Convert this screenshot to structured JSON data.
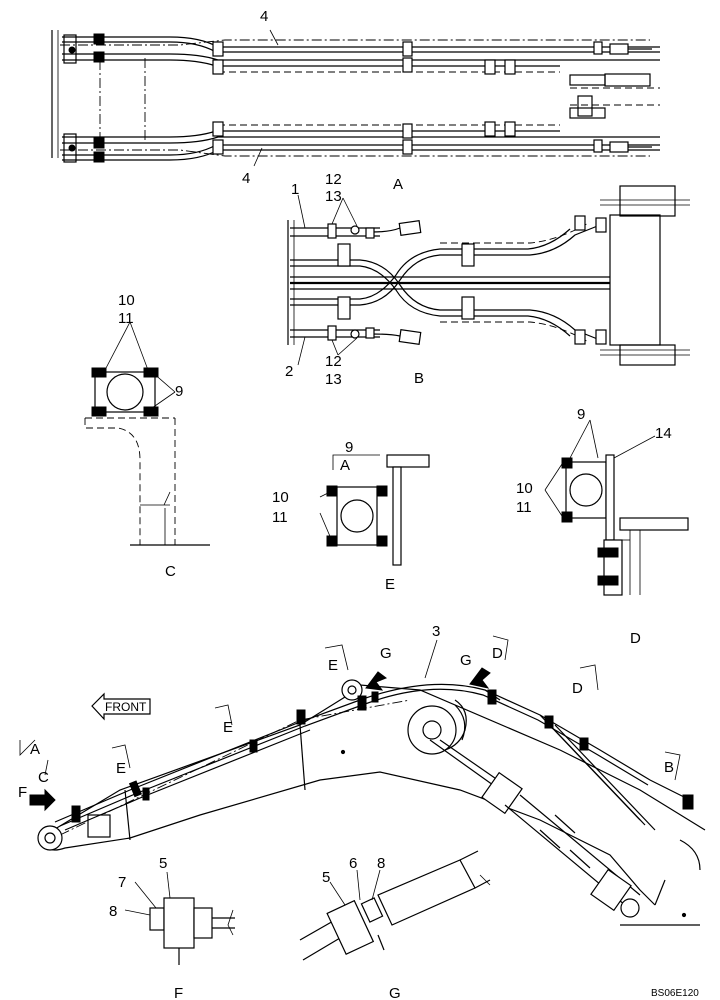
{
  "top_view": {
    "labels": {
      "part_4_top": "4",
      "part_4_bottom": "4",
      "view_A": "A"
    }
  },
  "view_B": {
    "labels": {
      "p1": "1",
      "p12_top": "12",
      "p13_top": "13",
      "p2": "2",
      "p12_bottom": "12",
      "p13_bottom": "13",
      "title": "B"
    }
  },
  "view_C": {
    "labels": {
      "p10": "10",
      "p11": "11",
      "p9": "9",
      "title": "C"
    }
  },
  "view_E": {
    "labels": {
      "p9": "9",
      "pA": "A",
      "p10": "10",
      "p11": "11",
      "title": "E"
    }
  },
  "view_D": {
    "labels": {
      "p9": "9",
      "p14": "14",
      "p10": "10",
      "p11": "11",
      "title": "D"
    }
  },
  "boom": {
    "front_label": "FRONT",
    "part_3": "3",
    "section_marks": {
      "A": "A",
      "C": "C",
      "F_arrow": "F",
      "E1": "E",
      "E2": "E",
      "E3": "E",
      "G1": "G",
      "G2": "G",
      "D1": "D",
      "D2": "D",
      "B": "B"
    }
  },
  "view_F": {
    "labels": {
      "p5": "5",
      "p7": "7",
      "p8": "8",
      "title": "F"
    }
  },
  "view_G": {
    "labels": {
      "p5": "5",
      "p6": "6",
      "p8": "8",
      "title": "G"
    }
  },
  "drawing_code": "BS06E120"
}
